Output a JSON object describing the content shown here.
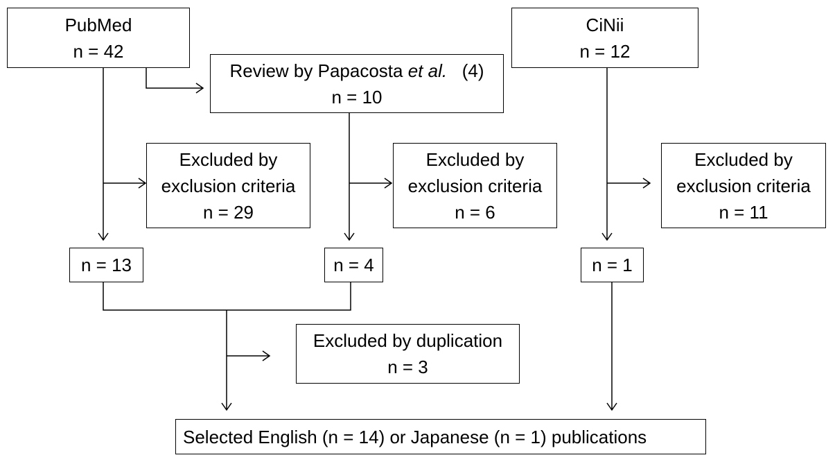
{
  "diagram": {
    "nodes": {
      "pubmed": {
        "lines": [
          "PubMed",
          "n = 42"
        ]
      },
      "review": {
        "line1_pre": "Review by Papacosta ",
        "line1_em": "et al.",
        "line1_post": "   (4)",
        "line2": "n = 10"
      },
      "cinii": {
        "lines": [
          "CiNii",
          "n = 12"
        ]
      },
      "excl_pubmed": {
        "lines": [
          "Excluded by",
          "exclusion criteria",
          "n = 29"
        ]
      },
      "excl_review": {
        "lines": [
          "Excluded by",
          "exclusion criteria",
          "n = 6"
        ]
      },
      "excl_cinii": {
        "lines": [
          "Excluded by",
          "exclusion criteria",
          "n = 11"
        ]
      },
      "n13": {
        "lines": [
          "n = 13"
        ]
      },
      "n4": {
        "lines": [
          "n = 4"
        ]
      },
      "n1": {
        "lines": [
          "n = 1"
        ]
      },
      "excl_dup": {
        "lines": [
          "Excluded by duplication",
          "n = 3"
        ]
      },
      "selected": {
        "lines": [
          "Selected English (n =  14) or Japanese (n = 1) publications"
        ]
      }
    },
    "edges": [
      {
        "from": "pubmed",
        "to": "review"
      },
      {
        "from": "pubmed",
        "to": "excl_pubmed"
      },
      {
        "from": "pubmed",
        "to": "n13"
      },
      {
        "from": "review",
        "to": "excl_review"
      },
      {
        "from": "review",
        "to": "n4"
      },
      {
        "from": "cinii",
        "to": "excl_cinii"
      },
      {
        "from": "cinii",
        "to": "n1"
      },
      {
        "from": "n13",
        "to": "selected",
        "via": "merge"
      },
      {
        "from": "n4",
        "to": "selected",
        "via": "merge"
      },
      {
        "from": "merge",
        "to": "excl_dup"
      },
      {
        "from": "n1",
        "to": "selected"
      }
    ]
  }
}
